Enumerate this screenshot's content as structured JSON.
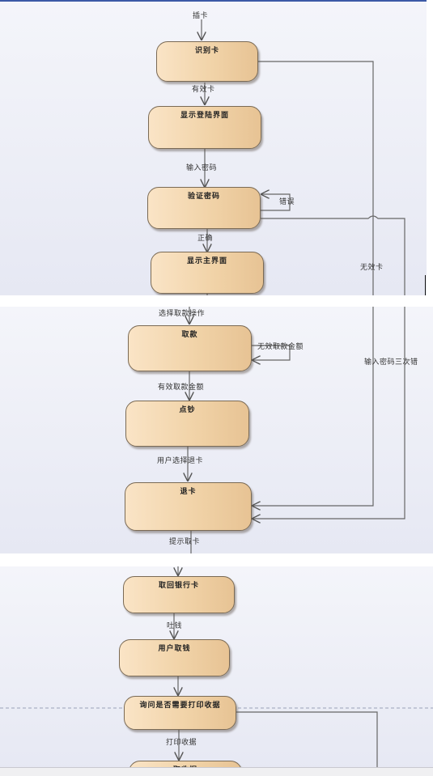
{
  "nodes": {
    "identify_card": "识别卡",
    "show_login": "显示登陆界面",
    "verify_password": "验证密码",
    "show_main": "显示主界面",
    "withdraw": "取款",
    "count_cash": "点钞",
    "return_card": "退卡",
    "retrieve_card": "取回银行卡",
    "user_take_cash": "用户取钱",
    "ask_print_receipt": "询问是否需要打印收据",
    "take_receipt": "取收据"
  },
  "edges": {
    "insert_card": "插卡",
    "valid_card": "有效卡",
    "enter_password": "输入密码",
    "wrong": "错误",
    "correct": "正确",
    "invalid_card": "无效卡",
    "select_withdraw": "选择取款操作",
    "invalid_amount": "无效取款金额",
    "password_three_times": "输入密码三次错",
    "valid_amount": "有效取款金额",
    "user_select_return": "用户选择退卡",
    "prompt_take_card": "提示取卡",
    "dispense_cash": "吐钱",
    "print_receipt": "打印收据"
  }
}
